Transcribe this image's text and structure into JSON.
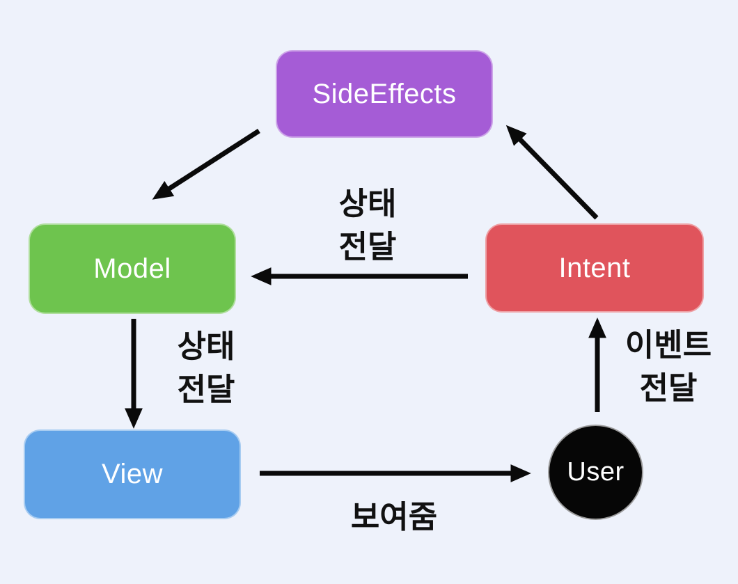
{
  "diagram": {
    "type": "flow",
    "description": "MVI architecture cycle diagram",
    "colors": {
      "background": "#eef2fb",
      "arrow": "#0a0a0a",
      "node_text": "#ffffff",
      "label_text": "#111111",
      "sideeffects": "#a55cd6",
      "model": "#6ec44e",
      "intent": "#e0545c",
      "view": "#60a2e6",
      "user": "#060606"
    },
    "nodes": {
      "sideeffects": {
        "label": "SideEffects",
        "shape": "rounded-rect",
        "color": "#a55cd6"
      },
      "model": {
        "label": "Model",
        "shape": "rounded-rect",
        "color": "#6ec44e"
      },
      "intent": {
        "label": "Intent",
        "shape": "rounded-rect",
        "color": "#e0545c"
      },
      "view": {
        "label": "View",
        "shape": "rounded-rect",
        "color": "#60a2e6"
      },
      "user": {
        "label": "User",
        "shape": "circle",
        "color": "#060606"
      }
    },
    "edges": [
      {
        "from": "SideEffects",
        "to": "Model",
        "label": ""
      },
      {
        "from": "Intent",
        "to": "SideEffects",
        "label": ""
      },
      {
        "from": "Intent",
        "to": "Model",
        "label": "상태 전달"
      },
      {
        "from": "Model",
        "to": "View",
        "label": "상태 전달"
      },
      {
        "from": "View",
        "to": "User",
        "label": "보여줌"
      },
      {
        "from": "User",
        "to": "Intent",
        "label": "이벤트 전달"
      }
    ],
    "edge_labels": {
      "intent_to_model": {
        "line1": "상태",
        "line2": "전달"
      },
      "model_to_view": {
        "line1": "상태",
        "line2": "전달"
      },
      "user_to_intent": {
        "line1": "이벤트",
        "line2": "전달"
      },
      "view_to_user": {
        "line1": "보여줌"
      }
    }
  }
}
